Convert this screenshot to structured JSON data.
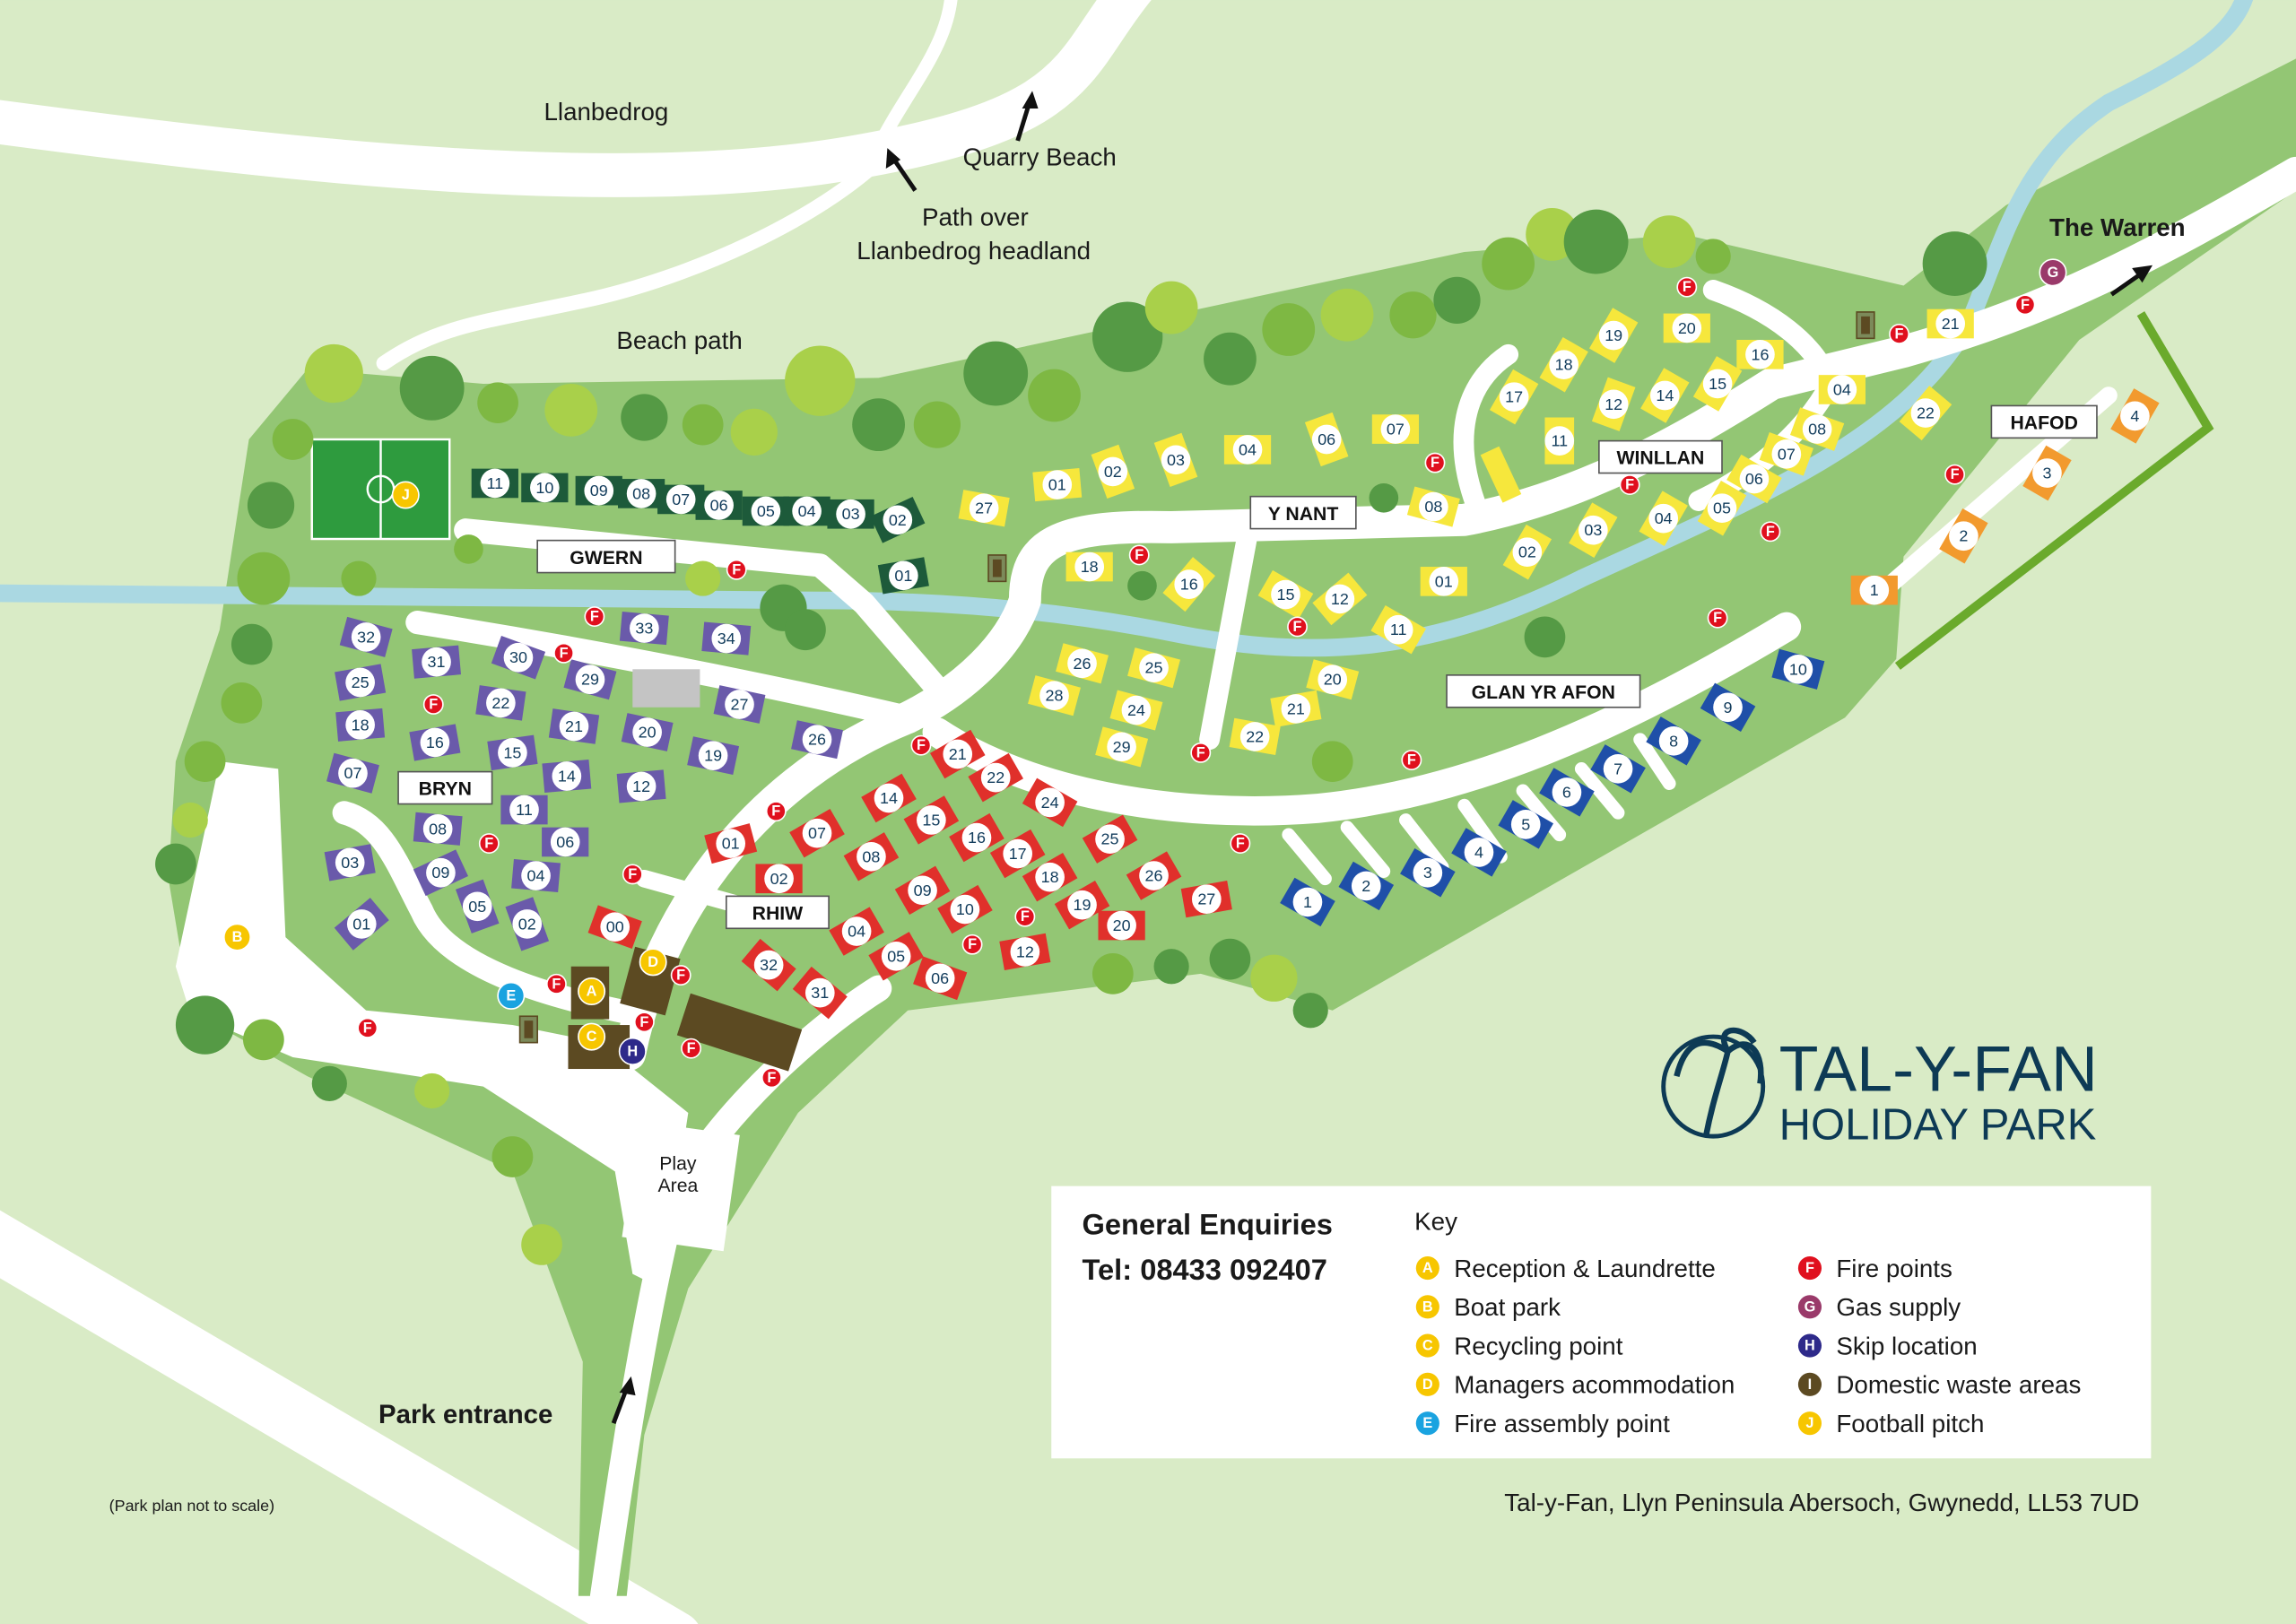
{
  "map": {
    "labels": {
      "llanbedrog": "Llanbedrog",
      "quarry_beach": "Quarry Beach",
      "path_over": "Path over",
      "headland": "Llanbedrog headland",
      "beach_path": "Beach path",
      "the_warren": "The Warren",
      "park_entrance": "Park entrance",
      "play_area_1": "Play",
      "play_area_2": "Area",
      "not_to_scale": "(Park plan not to scale)"
    },
    "areas": [
      {
        "name": "GWERN",
        "color": "#1d5a3a",
        "pitches": [
          "11",
          "10",
          "09",
          "08",
          "07",
          "06",
          "05",
          "04",
          "03",
          "02",
          "01"
        ]
      },
      {
        "name": "BRYN",
        "color": "#6a5aaa",
        "pitches": [
          "32",
          "31",
          "30",
          "29",
          "33",
          "34",
          "27",
          "25",
          "22",
          "21",
          "20",
          "19",
          "26",
          "18",
          "16",
          "15",
          "14",
          "12",
          "07",
          "11",
          "08",
          "06",
          "09",
          "04",
          "03",
          "05",
          "02",
          "01"
        ]
      },
      {
        "name": "RHIW",
        "color": "#e0302b",
        "pitches": [
          "21",
          "22",
          "24",
          "14",
          "07",
          "15",
          "16",
          "25",
          "01",
          "08",
          "17",
          "02",
          "09",
          "18",
          "26",
          "27",
          "04",
          "10",
          "19",
          "20",
          "00",
          "05",
          "12",
          "06",
          "32",
          "31"
        ]
      },
      {
        "name": "Y NANT",
        "color": "#f6e73c",
        "pitches": [
          "27",
          "01",
          "02",
          "03",
          "04",
          "06",
          "07",
          "08",
          "18",
          "16",
          "15",
          "12",
          "11",
          "01",
          "26",
          "25",
          "28",
          "24",
          "29",
          "20",
          "21",
          "22"
        ]
      },
      {
        "name": "WINLLAN",
        "color": "#f6e73c",
        "pitches": [
          "17",
          "18",
          "19",
          "20",
          "16",
          "12",
          "14",
          "15",
          "11",
          "04",
          "08",
          "07",
          "06",
          "05",
          "04",
          "03",
          "02",
          "21",
          "22"
        ]
      },
      {
        "name": "HAFOD",
        "color": "#f29a2e",
        "pitches": [
          "4",
          "3",
          "2",
          "1"
        ]
      },
      {
        "name": "GLAN YR AFON",
        "color": "#1f4fa8",
        "pitches": [
          "10",
          "9",
          "8",
          "7",
          "6",
          "5",
          "4",
          "3",
          "2",
          "1"
        ]
      }
    ]
  },
  "logo": {
    "line1": "TAL-Y-FAN",
    "line2": "HOLIDAY PARK",
    "color": "#0d3a55"
  },
  "enquiries": {
    "title": "General Enquiries",
    "tel": "Tel: 08433 092407"
  },
  "key": {
    "title": "Key",
    "items": [
      {
        "letter": "A",
        "label": "Reception & Laundrette",
        "color": "#f7c600"
      },
      {
        "letter": "B",
        "label": "Boat park",
        "color": "#f7c600"
      },
      {
        "letter": "C",
        "label": "Recycling point",
        "color": "#f7c600"
      },
      {
        "letter": "D",
        "label": "Managers acommodation",
        "color": "#f7c600"
      },
      {
        "letter": "E",
        "label": "Fire assembly point",
        "color": "#1aa3e0"
      },
      {
        "letter": "F",
        "label": "Fire points",
        "color": "#e0101e"
      },
      {
        "letter": "G",
        "label": "Gas supply",
        "color": "#9a3a6a"
      },
      {
        "letter": "H",
        "label": "Skip location",
        "color": "#2e2a8a"
      },
      {
        "letter": "I",
        "label": "Domestic waste areas",
        "color": "#5c4a22"
      },
      {
        "letter": "J",
        "label": "Football pitch",
        "color": "#f7c600"
      }
    ]
  },
  "address": "Tal-y-Fan, Llyn Peninsula Abersoch, Gwynedd, LL53 7UD"
}
